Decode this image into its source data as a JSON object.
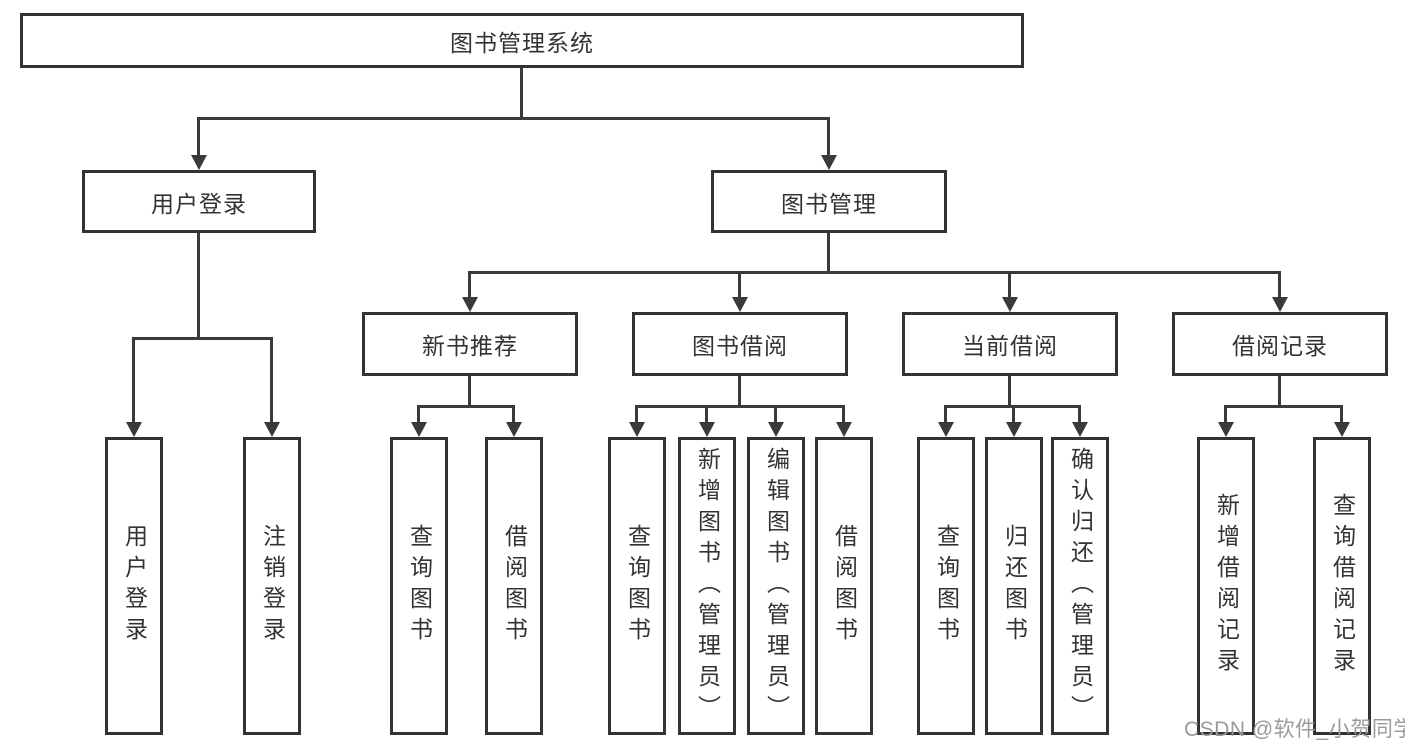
{
  "diagram": {
    "tree": {
      "label": "图书管理系统",
      "children": [
        {
          "label": "用户登录",
          "children": [
            {
              "label": "用户登录"
            },
            {
              "label": "注销登录"
            }
          ]
        },
        {
          "label": "图书管理",
          "children": [
            {
              "label": "新书推荐",
              "children": [
                {
                  "label": "查询图书"
                },
                {
                  "label": "借阅图书"
                }
              ]
            },
            {
              "label": "图书借阅",
              "children": [
                {
                  "label": "查询图书"
                },
                {
                  "label": "新增图书（管理员）"
                },
                {
                  "label": "编辑图书（管理员）"
                },
                {
                  "label": "借阅图书"
                }
              ]
            },
            {
              "label": "当前借阅",
              "children": [
                {
                  "label": "查询图书"
                },
                {
                  "label": "归还图书"
                },
                {
                  "label": "确认归还（管理员）"
                }
              ]
            },
            {
              "label": "借阅记录",
              "children": [
                {
                  "label": "新增借阅记录"
                },
                {
                  "label": "查询借阅记录"
                }
              ]
            }
          ]
        }
      ]
    }
  },
  "watermark": {
    "text": "CSDN @软件_小贺同学"
  },
  "colors": {
    "line": "#3a3a3a",
    "box_border": "#333333",
    "text": "#333333",
    "watermark": "#9b9b9b",
    "background": "#ffffff"
  }
}
